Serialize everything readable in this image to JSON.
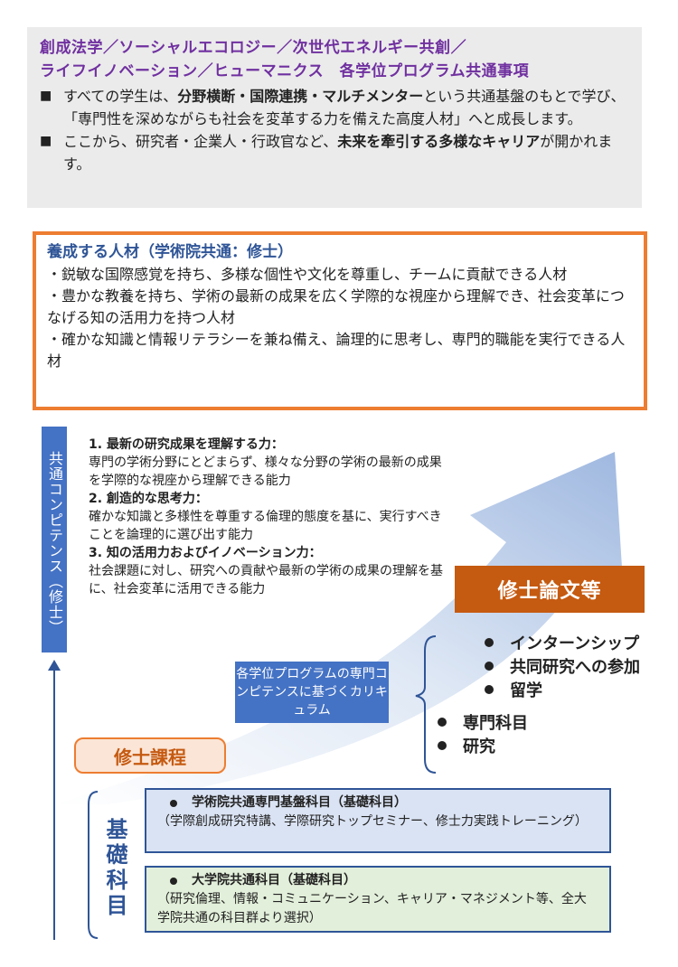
{
  "top": {
    "title_line1": "創成法学／ソーシャルエコロジー／次世代エネルギー共創／",
    "title_line2": "ライフイノベーション／ヒューマニクス　各学位プログラム共通事項",
    "bullet1_a": "すべての学生は、",
    "bullet1_b": "分野横断・国際連携・マルチメンター",
    "bullet1_c": "という共通基盤のもとで学び、「専門性を深めながらも社会を変革する力を備えた高度人材」へと成長します。",
    "bullet2_a": "ここから、研究者・企業人・行政官など、",
    "bullet2_b": "未来を牽引する多様なキャリア",
    "bullet2_c": "が開かれます。"
  },
  "talent": {
    "title": "養成する人材（学術院共通：修士）",
    "line1": "・鋭敏な国際感覚を持ち、多様な個性や文化を尊重し、チームに貢献できる人材",
    "line2": "・豊かな教養を持ち、学術の最新の成果を広く学際的な視座から理解でき、社会変革につなげる知の活用力を持つ人材",
    "line3": "・確かな知識と情報リテラシーを兼ね備え、論理的に思考し、専門的職能を実行できる人材"
  },
  "competence": {
    "label": "共通コンピテンス（修士）",
    "items": [
      {
        "head": "1. 最新の研究成果を理解する力：",
        "body": "専門の学術分野にとどまらず、様々な分野の学術の最新の成果を学際的な視座から理解できる能力"
      },
      {
        "head": "2. 創造的な思考力：",
        "body": "確かな知識と多様性を尊重する倫理的態度を基に、実行すべきことを論理的に選び出す能力"
      },
      {
        "head": "3. 知の活用力およびイノベーション力：",
        "body": "社会課題に対し、研究への貢献や最新の学術の成果の理解を基に、社会変革に活用できる能力"
      }
    ]
  },
  "thesis": "修士論文等",
  "upper_items": [
    "インターンシップ",
    "共同研究への参加",
    "留学"
  ],
  "lower_items": [
    "専門科目",
    "研究"
  ],
  "curriculum": "各学位プログラムの専門コンピテンスに基づくカリキュラム",
  "master_course": "修士課程",
  "kiso": "基礎科目",
  "subjects": [
    {
      "title": "学術院共通専門基盤科目（基礎科目）",
      "detail": "（学際創成研究特講、学際研究トップセミナー、修士力実践トレーニング）"
    },
    {
      "title": "大学院共通科目（基礎科目）",
      "detail": "（研究倫理、情報・コミュニケーション、キャリア・マネジメント等、全大学院共通の科目群より選択）"
    }
  ]
}
